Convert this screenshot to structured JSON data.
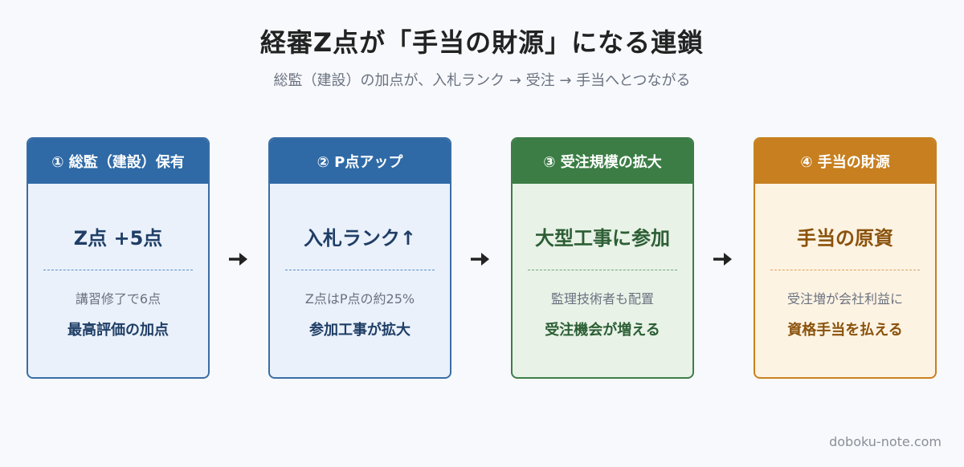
{
  "title": "経審Z点が「手当の財源」になる連鎖",
  "subtitle": "総監（建設）の加点が、入札ランク → 受注 → 手当へとつながる",
  "steps": [
    {
      "header": "① 総監（建設）保有",
      "main": "Z点 +5点",
      "note": "講習修了で6点",
      "result": "最高評価の加点"
    },
    {
      "header": "② P点アップ",
      "main": "入札ランク↑",
      "note": "Z点はP点の約25%",
      "result": "参加工事が拡大"
    },
    {
      "header": "③ 受注規模の拡大",
      "main": "大型工事に参加",
      "note": "監理技術者も配置",
      "result": "受注機会が増える"
    },
    {
      "header": "④ 手当の財源",
      "main": "手当の原資",
      "note": "受注増が会社利益に",
      "result": "資格手当を払える"
    }
  ],
  "arrow_icon": "right-arrow-icon",
  "footer": "doboku-note.com",
  "colors": {
    "blue": "#2f6aa6",
    "green": "#3b7d45",
    "orange": "#c77f1f"
  }
}
